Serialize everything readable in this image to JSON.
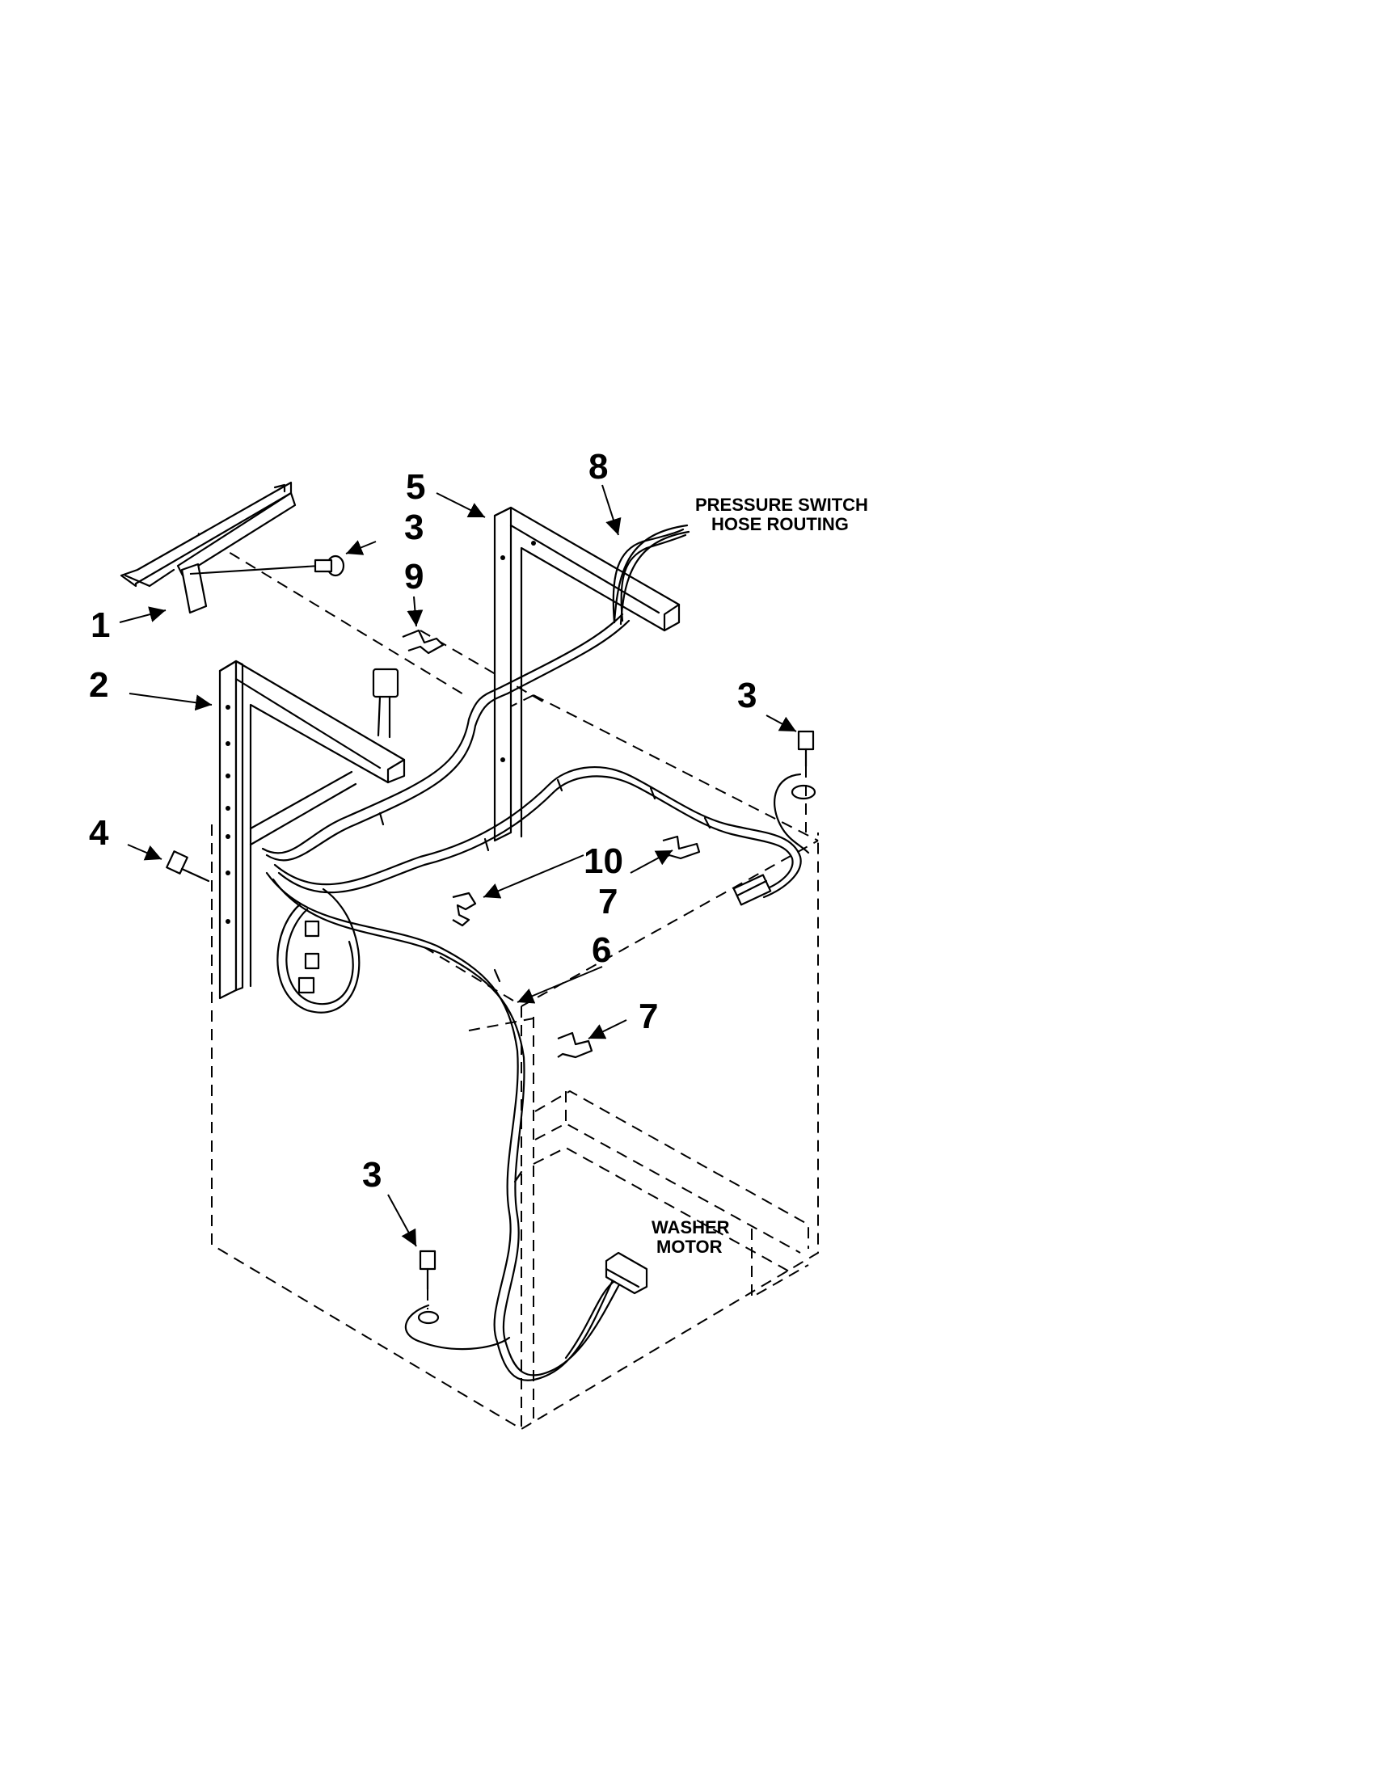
{
  "callouts": {
    "c1": "1",
    "c2": "2",
    "c3a": "3",
    "c3b": "3",
    "c3c": "3",
    "c4": "4",
    "c5": "5",
    "c6": "6",
    "c7a": "7",
    "c7b": "7",
    "c8": "8",
    "c9": "9",
    "c10": "10"
  },
  "notes": {
    "pressure_line1": "PRESSURE SWITCH",
    "pressure_line2": "HOSE ROUTING",
    "motor_line1": "WASHER",
    "motor_line2": "MOTOR"
  }
}
